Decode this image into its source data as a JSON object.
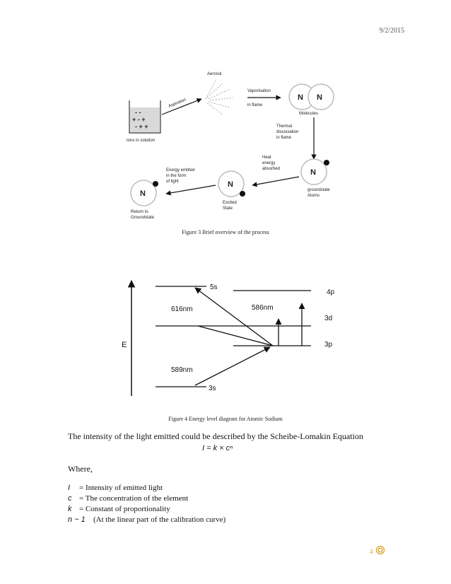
{
  "header": {
    "date": "9/2/2015"
  },
  "figure3": {
    "aerosol": "Aerosol",
    "aspiration": "Aspiration",
    "vaporisation": [
      "Vaporisation",
      "in flame"
    ],
    "molecules": "Molecules",
    "thermal": [
      "Thermal",
      "dissociation",
      "in flame"
    ],
    "heat": [
      "Heat",
      "energy",
      "absorbed"
    ],
    "energy_emitted": [
      "Energy emitted",
      "in the form",
      "of light"
    ],
    "excited": [
      "Excited",
      "State"
    ],
    "groundstate": [
      "groundstate",
      "Atoms"
    ],
    "return": [
      "Return to",
      "Groundstate"
    ],
    "ions": "Ions in solution",
    "atom_symbol": "N",
    "ion_rows": [
      "- -",
      "+ -  +",
      "- + +"
    ],
    "caption": "Figure 3 Brief overview of the process"
  },
  "figure4": {
    "axis_label": "E",
    "levels": [
      "5s",
      "4p",
      "3d",
      "3p",
      "3s"
    ],
    "transitions": [
      "616nm",
      "586nm",
      "589nm"
    ],
    "caption": "Figure 4  Energy level diagram for Atomic Sodium"
  },
  "body": {
    "intro": "The intensity of the light emitted could be described by the Scheibe-Lomakin Equation",
    "equation": "I = k × cⁿ",
    "where": "Where,",
    "variables": [
      {
        "symbol": "I",
        "text": "= Intensity of emitted light"
      },
      {
        "symbol": "c",
        "text": "= The concentration of the element"
      },
      {
        "symbol": "k",
        "text": "= Constant of proportionality"
      },
      {
        "symbol": "n ~ 1",
        "text": "(At the linear part of the calibration curve)"
      }
    ]
  },
  "footer": {
    "page_number": "4"
  },
  "colors": {
    "accent": "#d8a030"
  }
}
